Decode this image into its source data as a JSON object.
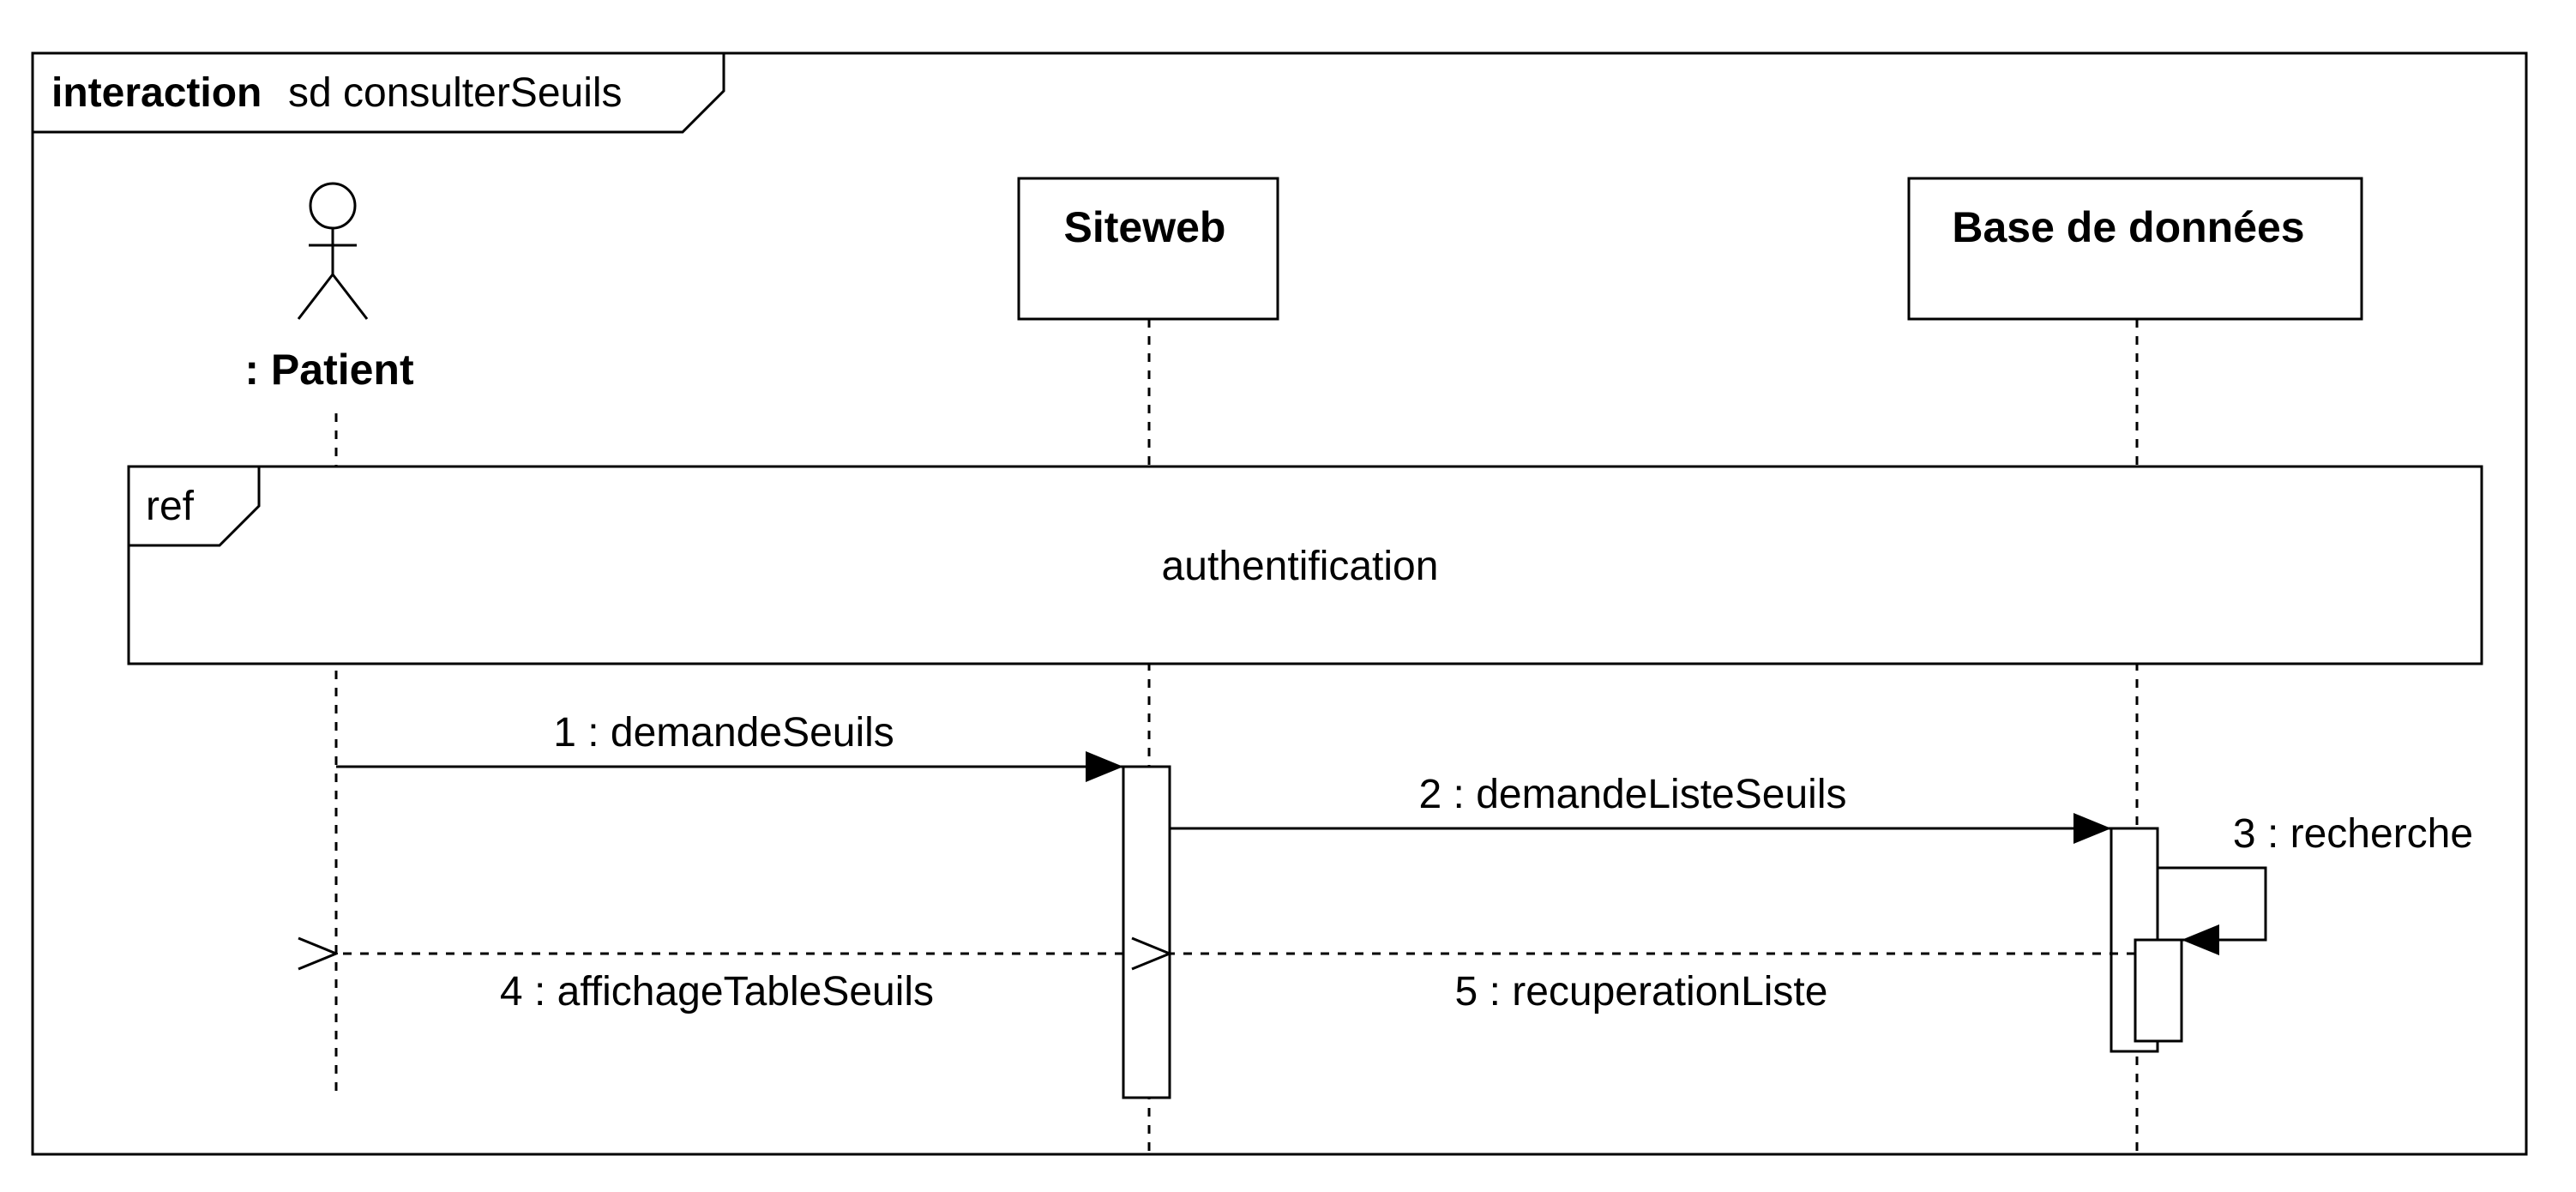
{
  "frame": {
    "keyword": "interaction",
    "name": "sd consulterSeuils"
  },
  "lifelines": {
    "patient": ": Patient",
    "siteweb": "Siteweb",
    "database": "Base de données"
  },
  "ref_fragment": {
    "tag": "ref",
    "label": "authentification"
  },
  "messages": {
    "m1": "1 : demandeSeuils",
    "m2": "2 : demandeListeSeuils",
    "m3": "3 : recherche",
    "m4": "4 : affichageTableSeuils",
    "m5": "5 : recuperationListe"
  }
}
